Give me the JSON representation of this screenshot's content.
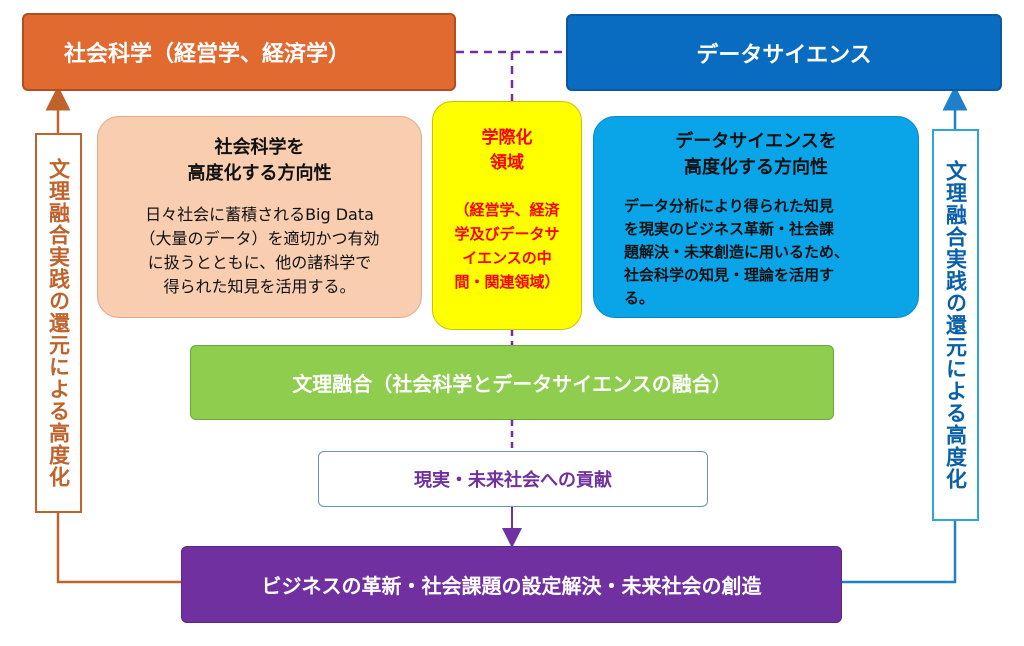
{
  "headers": {
    "social_science": "社会科学（経営学、経済学）",
    "data_science": "データサイエンス"
  },
  "social_direction": {
    "title_lines": [
      "社会科学を",
      "高度化する方向性"
    ],
    "body_lines": [
      "日々社会に蓄積されるBig Data",
      "（大量のデータ）を適切かつ有効",
      "に扱うとともに、他の諸科学で",
      "得られた知見を活用する。"
    ]
  },
  "interdisciplinary": {
    "title_lines": [
      "学際化",
      "領域"
    ],
    "body_lines": [
      "（経営学、経済",
      "学及びデータサ",
      "イエンスの中",
      "間・関連領域）"
    ]
  },
  "data_direction": {
    "title_lines": [
      "データサイエンスを",
      "高度化する方向性"
    ],
    "body_lines": [
      "データ分析により得られた知見",
      "を現実のビジネス革新・社会課",
      "題解決・未来創造に用いるため、",
      "社会科学の知見・理論を活用す",
      "る。"
    ]
  },
  "fusion": "文理融合（社会科学とデータサイエンスの融合）",
  "contribution": "現実・未来社会への貢献",
  "business": "ビジネスの革新・社会課題の設定解決・未来社会の創造",
  "side_labels": {
    "left": "文理融合実践の還元による高度化",
    "right": "文理融合実践の還元による高度化"
  },
  "colors": {
    "social_header": "#e06a30",
    "data_header": "#0a6cc0",
    "social_direction": "#f8cdb0",
    "interdisciplinary": "#ffff00",
    "interdisciplinary_text": "#ff0000",
    "data_direction": "#0aa5e8",
    "fusion": "#8fcd4e",
    "contribution_text": "#7030a0",
    "business": "#7030a0",
    "left_arrow": "#c0622c",
    "right_arrow": "#1f7fc8",
    "connector_dashed": "#7030a0"
  }
}
